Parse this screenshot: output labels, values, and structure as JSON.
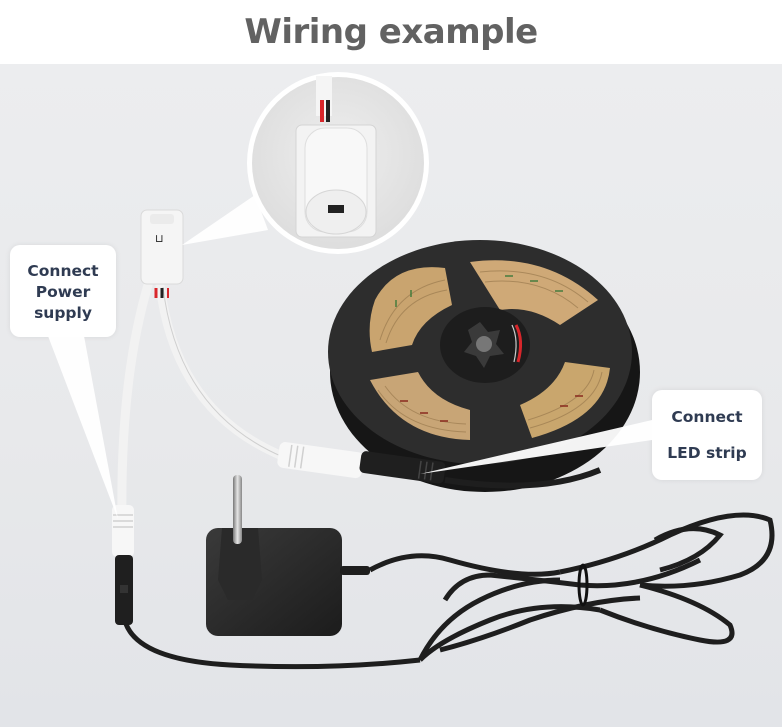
{
  "title": "Wiring example",
  "callouts": {
    "power": {
      "line1": "Connect",
      "line2": "Power",
      "line3": "supply"
    },
    "strip": {
      "line1": "Connect",
      "line2": "LED strip"
    }
  },
  "scene": {
    "objects": [
      "sensor-switch",
      "sensor-zoom-inset",
      "led-strip-reel",
      "dc-connector-female",
      "dc-connector-male",
      "eu-power-adapter",
      "power-cable-coil"
    ],
    "colors": {
      "background": "#e9eaec",
      "title_text": "#626262",
      "callout_text": "#2f3b52",
      "reel": "#2b2b2b",
      "strip": "#c8a679",
      "cable_white": "#f4f4f4",
      "cable_black": "#1e1e1e",
      "wire_red": "#d8262b"
    }
  }
}
